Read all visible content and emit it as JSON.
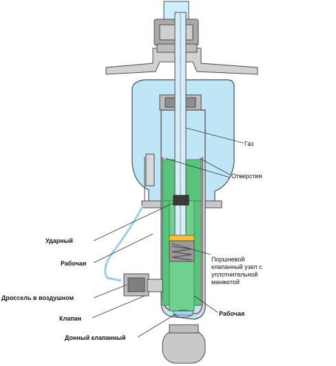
{
  "labels": {
    "gas": "Газ",
    "holes": "Отверстия",
    "piston_valve": "Поршневой клапанный узел с уплотнительной манжетой",
    "working_right": "Рабочая",
    "shock": "Ударный",
    "working_left": "Рабочая",
    "air_throttle": "Дроссель в воздушном",
    "valve": "Клапан",
    "bottom_valve": "Донный клапанный"
  },
  "colors": {
    "air_blue": "#bfe6f6",
    "outline": "#4a4a4a",
    "red_line": "#d0312d",
    "fluid_green": "#59c27d",
    "metal_gray": "#8e8e8e",
    "piston_yellow": "#f4c13d"
  }
}
